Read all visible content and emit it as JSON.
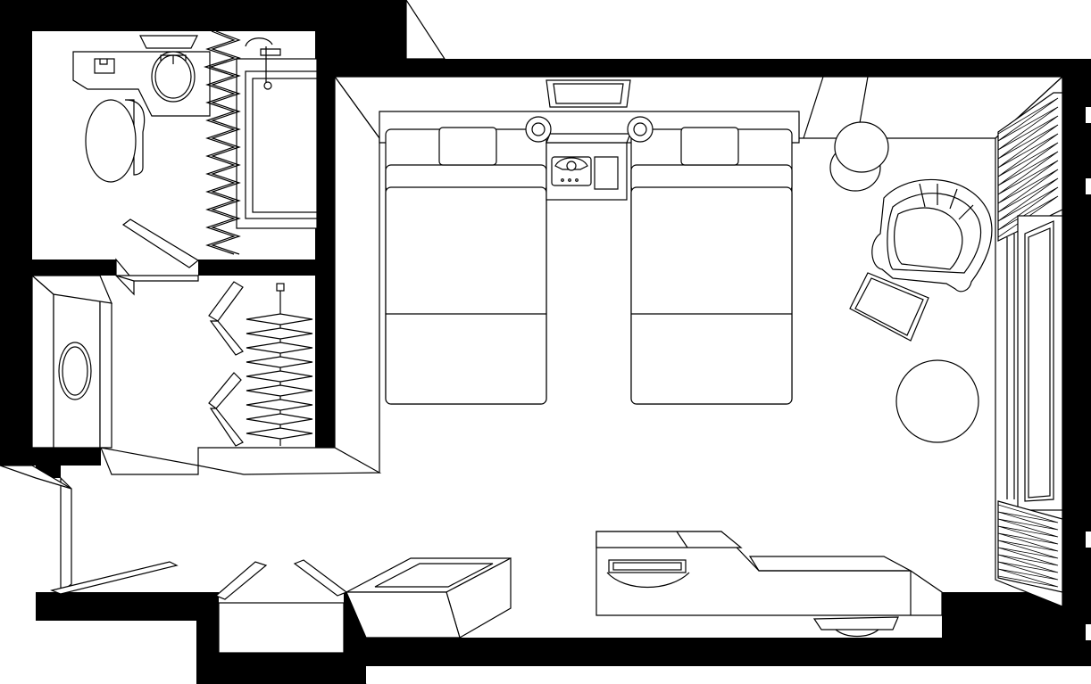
{
  "plan": {
    "rooms": [
      "bathroom",
      "closet",
      "entry-hall",
      "bedroom"
    ],
    "furniture": {
      "beds": 2,
      "pillows_per_bed": 1,
      "bedside_lamps": 2,
      "armchairs": 1,
      "footstools": 1,
      "round_tables": 1,
      "clothes_hangers": 9
    },
    "colors": {
      "walls": "#000000",
      "floor": "#ffffff",
      "lines": "#000000"
    }
  }
}
